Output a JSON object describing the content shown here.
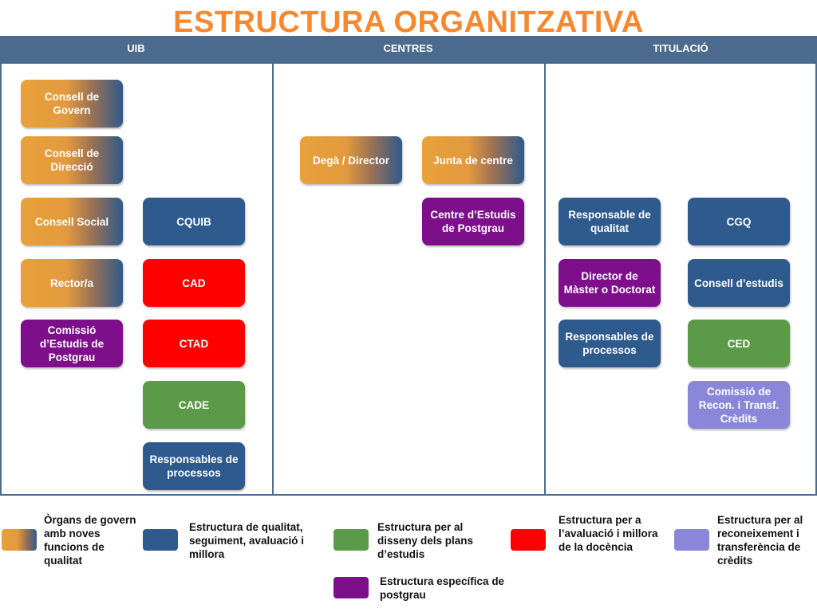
{
  "title": "ESTRUCTURA ORGANITZATIVA",
  "columns": {
    "uib": "UIB",
    "centres": "CENTRES",
    "titulacio": "TITULACIÓ"
  },
  "colors": {
    "title": "#f7882f",
    "header": "#4d6b8f",
    "blue": "#2e5a8e",
    "red": "#ff0000",
    "green": "#5b9a48",
    "purple": "#7d0f8a",
    "lavender": "#8a87db",
    "gradient_start": "#e8a13a",
    "gradient_end": "#2f5a8c"
  },
  "uib": {
    "consell_govern": "Consell de Govern",
    "consell_direccio": "Consell de Direcció",
    "consell_social": "Consell Social",
    "rector": "Rector/a",
    "comissio_postgrau": "Comissió d’Estudis de Postgrau",
    "cquib": "CQUIB",
    "cad": "CAD",
    "ctad": "CTAD",
    "cade": "CADE",
    "responsables_processos": "Responsables de processos"
  },
  "centres": {
    "dega_director": "Degà / Director",
    "junta_centre": "Junta de centre",
    "centre_postgrau": "Centre d’Estudis de Postgrau"
  },
  "titulacio": {
    "responsable_qualitat": "Responsable de qualitat",
    "director_master": "Director de Màster o Doctorat",
    "responsables_processos": "Responsables de processos",
    "cgq": "CGQ",
    "consell_estudis": "Consell d’estudis",
    "ced": "CED",
    "comissio_recon": "Comissió de Recon. i Transf. Crèdits"
  },
  "legend": {
    "govern": "Òrgans de govern amb noves funcions de qualitat",
    "qualitat": "Estructura de qualitat, seguiment, avaluació i millora",
    "disseny": "Estructura per al disseny dels plans d’estudis",
    "docencia": "Estructura per a l’avaluació i millora de la docència",
    "reconeixement": "Estructura per al reconeixement i transferència de crèdits",
    "postgrau": "Estructura específica de postgrau"
  }
}
